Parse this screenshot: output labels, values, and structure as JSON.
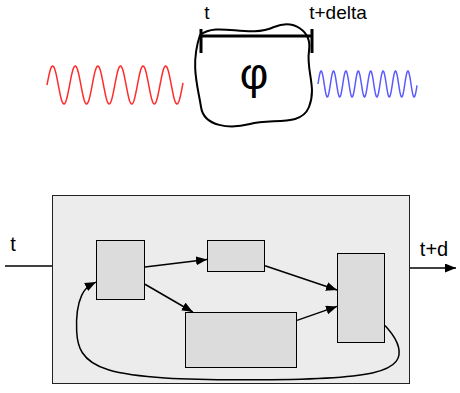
{
  "diagram": {
    "nodes": [
      {
        "text": [
          "φ"
        ]
      },
      {
        "text": []
      },
      {
        "text": [],
        "in": 1
      },
      {
        "text": [],
        "in": 1
      },
      {
        "text": [],
        "in": 1
      },
      {
        "text": [],
        "in": 1
      }
    ],
    "edges": [
      {
        "from": 2,
        "to": 3,
        "arrow": "to"
      },
      {
        "from": 2,
        "to": 4,
        "arrow": "to"
      },
      {
        "from": 3,
        "to": 5,
        "arrow": "to"
      },
      {
        "from": 4,
        "to": 5,
        "arrow": "to"
      },
      {
        "from": 5,
        "to": 2,
        "arrow": "to"
      }
    ],
    "labels": [
      "t",
      "t+delta",
      "t",
      "t+d"
    ]
  }
}
